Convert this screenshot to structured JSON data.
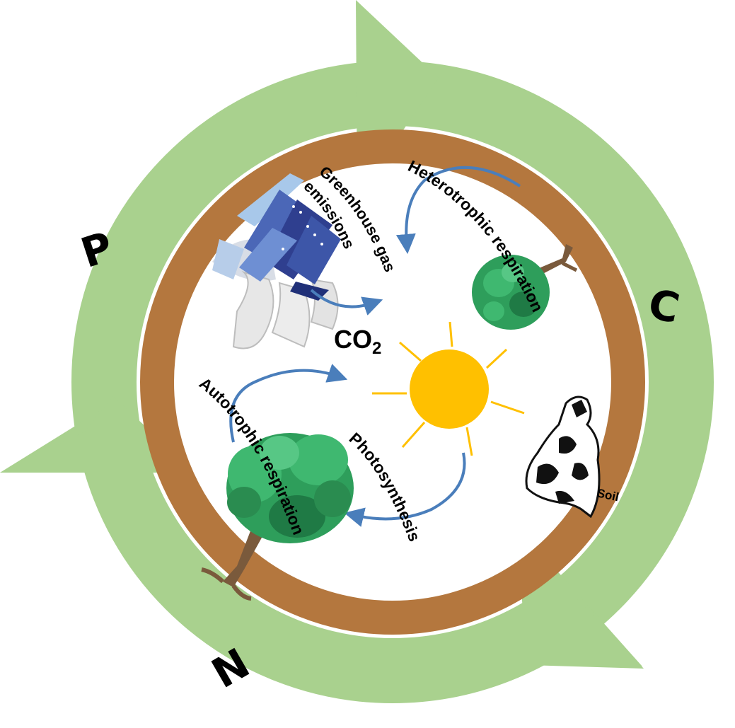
{
  "diagram": {
    "labels": {
      "greenhouse_line1": "Greenhouse gas",
      "greenhouse_line2": "emissions",
      "heterotrophic": "Heterotrophic respiration",
      "autotrophic": "Autotrophic respiration",
      "photosynthesis": "Photosynthesis",
      "co2_main": "CO",
      "co2_sub": "2",
      "soil": "Soil",
      "nutrient_p": "P",
      "nutrient_c": "C",
      "nutrient_n": "N"
    },
    "colors": {
      "outer_ring": "#a9d18e",
      "soil_ring": "#b4773e",
      "sun": "#ffc000",
      "sun_rays": "#ffc000",
      "flow_arrows": "#4a7ebb",
      "foliage": "#2e9e5b",
      "trunk": "#7a5a3c",
      "factory": "#2f3f8f"
    },
    "icons": [
      "factory-icon",
      "sun-icon",
      "tree-icon",
      "small-tree-icon",
      "cow-icon"
    ]
  }
}
